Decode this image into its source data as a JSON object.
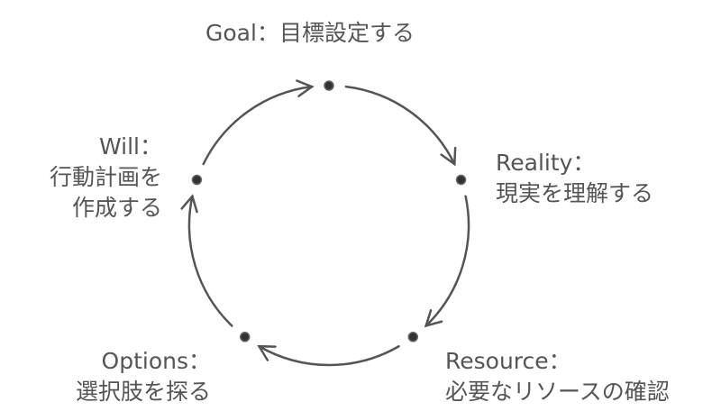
{
  "stages": [
    {
      "id": "goal",
      "title": "Goal：",
      "lines": [
        "目標設定する"
      ]
    },
    {
      "id": "reality",
      "title": "Reality：",
      "lines": [
        "現実を理解する"
      ]
    },
    {
      "id": "resource",
      "title": "Resource：",
      "lines": [
        "必要なリソースの確認"
      ]
    },
    {
      "id": "options",
      "title": "Options：",
      "lines": [
        "選択肢を探る"
      ]
    },
    {
      "id": "will",
      "title": "Will：",
      "lines": [
        "行動計画を",
        "作成する"
      ]
    }
  ],
  "colors": {
    "stroke": "#555555",
    "dot": "#333333",
    "text": "#555555"
  }
}
